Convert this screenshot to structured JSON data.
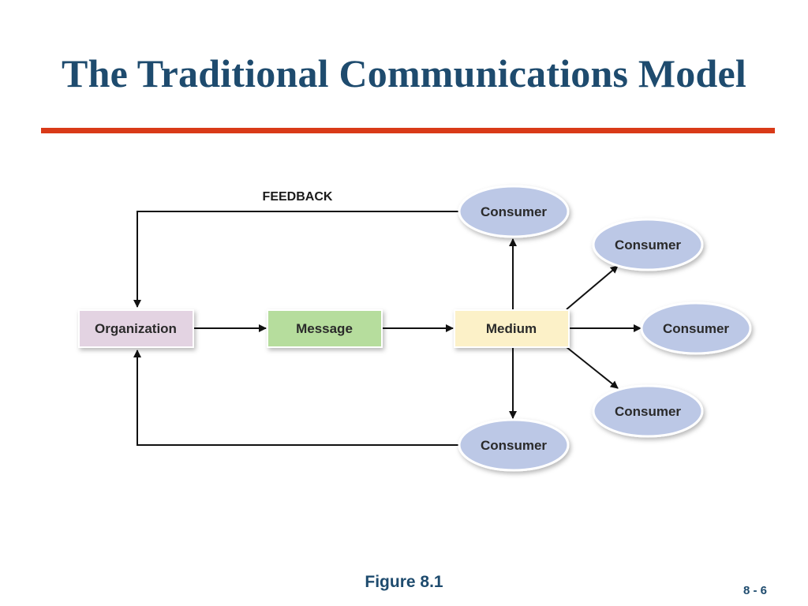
{
  "slide": {
    "title": "The Traditional Communications Model",
    "caption": "Figure 8.1",
    "page_number": "8 - 6"
  },
  "colors": {
    "title": "#1e4b6e",
    "rule": "#d93a18",
    "organization_fill": "#e3d3e2",
    "message_fill": "#b6dd9d",
    "medium_fill": "#fcf1c8",
    "consumer_fill": "#bcc8e6",
    "arrow": "#111111"
  },
  "diagram": {
    "feedback_label": "FEEDBACK",
    "organization": "Organization",
    "message": "Message",
    "medium": "Medium",
    "consumers": [
      "Consumer",
      "Consumer",
      "Consumer",
      "Consumer",
      "Consumer"
    ]
  }
}
